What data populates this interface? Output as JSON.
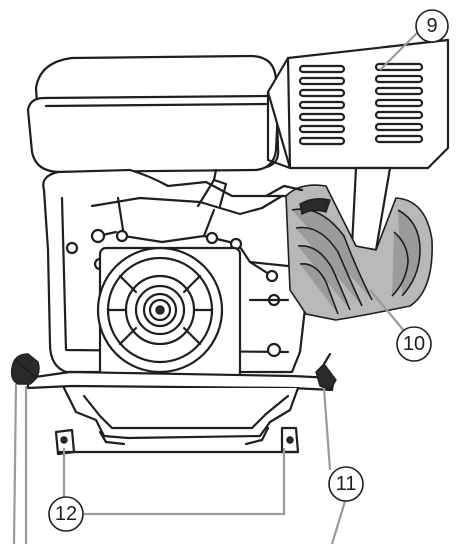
{
  "callouts": [
    {
      "id": "c9",
      "label": "9"
    },
    {
      "id": "c10",
      "label": "10"
    },
    {
      "id": "c11",
      "label": "11"
    },
    {
      "id": "c12",
      "label": "12"
    }
  ],
  "colors": {
    "line": "#1f1f1f",
    "leader": "#9a9a9a",
    "shade": "#9b9b9b",
    "background": "#ffffff"
  }
}
